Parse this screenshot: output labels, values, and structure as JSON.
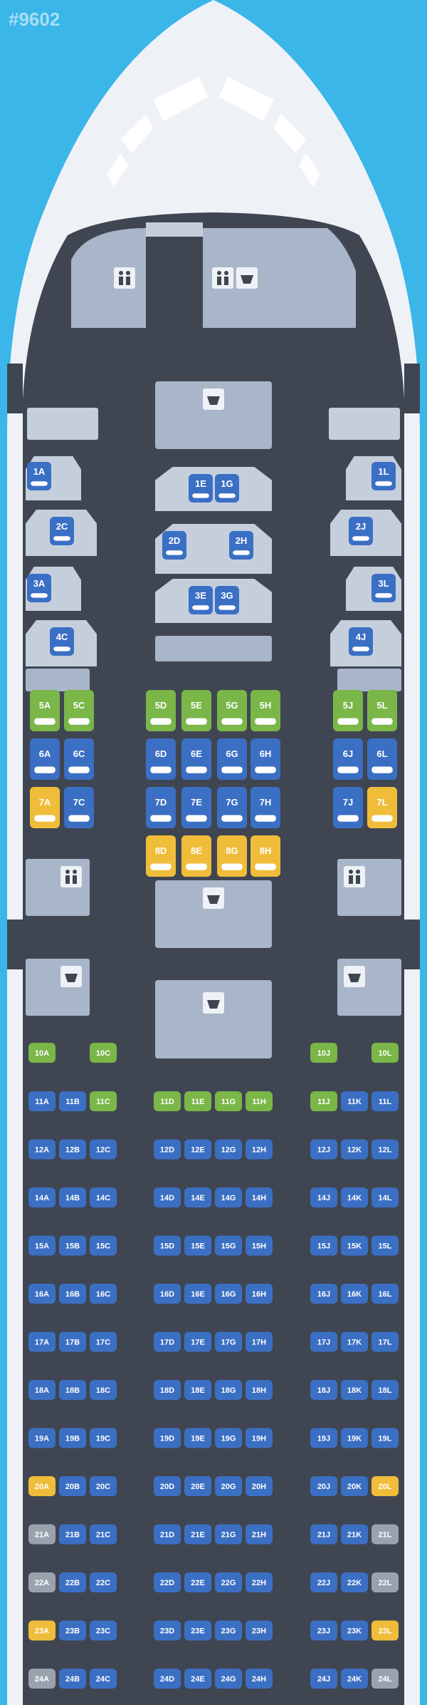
{
  "watermark_id": "#9602",
  "colors": {
    "sky": "#3bb6e8",
    "fuselage": "#eef2f7",
    "floor": "#3f4652",
    "module": "#a9b5c8",
    "module_light": "#c5cfdc",
    "blue": "#3b6fc4",
    "green": "#7ab648",
    "yellow": "#f0bd3a",
    "gray": "#9aa3ad"
  },
  "icons": {
    "lavatory": "lavatory-icon",
    "galley": "galley-icon"
  },
  "business_seats": [
    {
      "label": "1A",
      "color": "blue"
    },
    {
      "label": "1E",
      "color": "blue"
    },
    {
      "label": "1G",
      "color": "blue"
    },
    {
      "label": "1L",
      "color": "blue"
    },
    {
      "label": "2C",
      "color": "blue"
    },
    {
      "label": "2D",
      "color": "blue"
    },
    {
      "label": "2H",
      "color": "blue"
    },
    {
      "label": "2J",
      "color": "blue"
    },
    {
      "label": "3A",
      "color": "blue"
    },
    {
      "label": "3E",
      "color": "blue"
    },
    {
      "label": "3G",
      "color": "blue"
    },
    {
      "label": "3L",
      "color": "blue"
    },
    {
      "label": "4C",
      "color": "blue"
    },
    {
      "label": "4J",
      "color": "blue"
    }
  ],
  "premium_seats": [
    {
      "label": "5A",
      "color": "green"
    },
    {
      "label": "5C",
      "color": "green"
    },
    {
      "label": "5D",
      "color": "green"
    },
    {
      "label": "5E",
      "color": "green"
    },
    {
      "label": "5G",
      "color": "green"
    },
    {
      "label": "5H",
      "color": "green"
    },
    {
      "label": "5J",
      "color": "green"
    },
    {
      "label": "5L",
      "color": "green"
    },
    {
      "label": "6A",
      "color": "blue"
    },
    {
      "label": "6C",
      "color": "blue"
    },
    {
      "label": "6D",
      "color": "blue"
    },
    {
      "label": "6E",
      "color": "blue"
    },
    {
      "label": "6G",
      "color": "blue"
    },
    {
      "label": "6H",
      "color": "blue"
    },
    {
      "label": "6J",
      "color": "blue"
    },
    {
      "label": "6L",
      "color": "blue"
    },
    {
      "label": "7A",
      "color": "yellow"
    },
    {
      "label": "7C",
      "color": "blue"
    },
    {
      "label": "7D",
      "color": "blue"
    },
    {
      "label": "7E",
      "color": "blue"
    },
    {
      "label": "7G",
      "color": "blue"
    },
    {
      "label": "7H",
      "color": "blue"
    },
    {
      "label": "7J",
      "color": "blue"
    },
    {
      "label": "7L",
      "color": "yellow"
    },
    {
      "label": "8D",
      "color": "yellow"
    },
    {
      "label": "8E",
      "color": "yellow"
    },
    {
      "label": "8G",
      "color": "yellow"
    },
    {
      "label": "8H",
      "color": "yellow"
    }
  ],
  "economy_rows": [
    {
      "row": "10",
      "seats": [
        {
          "label": "10A",
          "color": "green"
        },
        {
          "label": "10C",
          "color": "green"
        },
        {
          "label": "10J",
          "color": "green"
        },
        {
          "label": "10L",
          "color": "green"
        }
      ]
    },
    {
      "row": "11",
      "seats": [
        {
          "label": "11A",
          "color": "blue"
        },
        {
          "label": "11B",
          "color": "blue"
        },
        {
          "label": "11C",
          "color": "green"
        },
        {
          "label": "11D",
          "color": "green"
        },
        {
          "label": "11E",
          "color": "green"
        },
        {
          "label": "11G",
          "color": "green"
        },
        {
          "label": "11H",
          "color": "green"
        },
        {
          "label": "11J",
          "color": "green"
        },
        {
          "label": "11K",
          "color": "blue"
        },
        {
          "label": "11L",
          "color": "blue"
        }
      ]
    },
    {
      "row": "12",
      "seats": [
        {
          "label": "12A",
          "color": "blue"
        },
        {
          "label": "12B",
          "color": "blue"
        },
        {
          "label": "12C",
          "color": "blue"
        },
        {
          "label": "12D",
          "color": "blue"
        },
        {
          "label": "12E",
          "color": "blue"
        },
        {
          "label": "12G",
          "color": "blue"
        },
        {
          "label": "12H",
          "color": "blue"
        },
        {
          "label": "12J",
          "color": "blue"
        },
        {
          "label": "12K",
          "color": "blue"
        },
        {
          "label": "12L",
          "color": "blue"
        }
      ]
    },
    {
      "row": "14",
      "seats": [
        {
          "label": "14A",
          "color": "blue"
        },
        {
          "label": "14B",
          "color": "blue"
        },
        {
          "label": "14C",
          "color": "blue"
        },
        {
          "label": "14D",
          "color": "blue"
        },
        {
          "label": "14E",
          "color": "blue"
        },
        {
          "label": "14G",
          "color": "blue"
        },
        {
          "label": "14H",
          "color": "blue"
        },
        {
          "label": "14J",
          "color": "blue"
        },
        {
          "label": "14K",
          "color": "blue"
        },
        {
          "label": "14L",
          "color": "blue"
        }
      ]
    },
    {
      "row": "15",
      "seats": [
        {
          "label": "15A",
          "color": "blue"
        },
        {
          "label": "15B",
          "color": "blue"
        },
        {
          "label": "15C",
          "color": "blue"
        },
        {
          "label": "15D",
          "color": "blue"
        },
        {
          "label": "15E",
          "color": "blue"
        },
        {
          "label": "15G",
          "color": "blue"
        },
        {
          "label": "15H",
          "color": "blue"
        },
        {
          "label": "15J",
          "color": "blue"
        },
        {
          "label": "15K",
          "color": "blue"
        },
        {
          "label": "15L",
          "color": "blue"
        }
      ]
    },
    {
      "row": "16",
      "seats": [
        {
          "label": "16A",
          "color": "blue"
        },
        {
          "label": "16B",
          "color": "blue"
        },
        {
          "label": "16C",
          "color": "blue"
        },
        {
          "label": "16D",
          "color": "blue"
        },
        {
          "label": "16E",
          "color": "blue"
        },
        {
          "label": "16G",
          "color": "blue"
        },
        {
          "label": "16H",
          "color": "blue"
        },
        {
          "label": "16J",
          "color": "blue"
        },
        {
          "label": "16K",
          "color": "blue"
        },
        {
          "label": "16L",
          "color": "blue"
        }
      ]
    },
    {
      "row": "17",
      "seats": [
        {
          "label": "17A",
          "color": "blue"
        },
        {
          "label": "17B",
          "color": "blue"
        },
        {
          "label": "17C",
          "color": "blue"
        },
        {
          "label": "17D",
          "color": "blue"
        },
        {
          "label": "17E",
          "color": "blue"
        },
        {
          "label": "17G",
          "color": "blue"
        },
        {
          "label": "17H",
          "color": "blue"
        },
        {
          "label": "17J",
          "color": "blue"
        },
        {
          "label": "17K",
          "color": "blue"
        },
        {
          "label": "17L",
          "color": "blue"
        }
      ]
    },
    {
      "row": "18",
      "seats": [
        {
          "label": "18A",
          "color": "blue"
        },
        {
          "label": "18B",
          "color": "blue"
        },
        {
          "label": "18C",
          "color": "blue"
        },
        {
          "label": "18D",
          "color": "blue"
        },
        {
          "label": "18E",
          "color": "blue"
        },
        {
          "label": "18G",
          "color": "blue"
        },
        {
          "label": "18H",
          "color": "blue"
        },
        {
          "label": "18J",
          "color": "blue"
        },
        {
          "label": "18K",
          "color": "blue"
        },
        {
          "label": "18L",
          "color": "blue"
        }
      ]
    },
    {
      "row": "19",
      "seats": [
        {
          "label": "19A",
          "color": "blue"
        },
        {
          "label": "19B",
          "color": "blue"
        },
        {
          "label": "19C",
          "color": "blue"
        },
        {
          "label": "19D",
          "color": "blue"
        },
        {
          "label": "19E",
          "color": "blue"
        },
        {
          "label": "19G",
          "color": "blue"
        },
        {
          "label": "19H",
          "color": "blue"
        },
        {
          "label": "19J",
          "color": "blue"
        },
        {
          "label": "19K",
          "color": "blue"
        },
        {
          "label": "19L",
          "color": "blue"
        }
      ]
    },
    {
      "row": "20",
      "seats": [
        {
          "label": "20A",
          "color": "yellow"
        },
        {
          "label": "20B",
          "color": "blue"
        },
        {
          "label": "20C",
          "color": "blue"
        },
        {
          "label": "20D",
          "color": "blue"
        },
        {
          "label": "20E",
          "color": "blue"
        },
        {
          "label": "20G",
          "color": "blue"
        },
        {
          "label": "20H",
          "color": "blue"
        },
        {
          "label": "20J",
          "color": "blue"
        },
        {
          "label": "20K",
          "color": "blue"
        },
        {
          "label": "20L",
          "color": "yellow"
        }
      ]
    },
    {
      "row": "21",
      "seats": [
        {
          "label": "21A",
          "color": "gray"
        },
        {
          "label": "21B",
          "color": "blue"
        },
        {
          "label": "21C",
          "color": "blue"
        },
        {
          "label": "21D",
          "color": "blue"
        },
        {
          "label": "21E",
          "color": "blue"
        },
        {
          "label": "21G",
          "color": "blue"
        },
        {
          "label": "21H",
          "color": "blue"
        },
        {
          "label": "21J",
          "color": "blue"
        },
        {
          "label": "21K",
          "color": "blue"
        },
        {
          "label": "21L",
          "color": "gray"
        }
      ]
    },
    {
      "row": "22",
      "seats": [
        {
          "label": "22A",
          "color": "gray"
        },
        {
          "label": "22B",
          "color": "blue"
        },
        {
          "label": "22C",
          "color": "blue"
        },
        {
          "label": "22D",
          "color": "blue"
        },
        {
          "label": "22E",
          "color": "blue"
        },
        {
          "label": "22G",
          "color": "blue"
        },
        {
          "label": "22H",
          "color": "blue"
        },
        {
          "label": "22J",
          "color": "blue"
        },
        {
          "label": "22K",
          "color": "blue"
        },
        {
          "label": "22L",
          "color": "gray"
        }
      ]
    },
    {
      "row": "23",
      "seats": [
        {
          "label": "23A",
          "color": "yellow"
        },
        {
          "label": "23B",
          "color": "blue"
        },
        {
          "label": "23C",
          "color": "blue"
        },
        {
          "label": "23D",
          "color": "blue"
        },
        {
          "label": "23E",
          "color": "blue"
        },
        {
          "label": "23G",
          "color": "blue"
        },
        {
          "label": "23H",
          "color": "blue"
        },
        {
          "label": "23J",
          "color": "blue"
        },
        {
          "label": "23K",
          "color": "blue"
        },
        {
          "label": "23L",
          "color": "yellow"
        }
      ]
    },
    {
      "row": "24",
      "seats": [
        {
          "label": "24A",
          "color": "gray"
        },
        {
          "label": "24B",
          "color": "blue"
        },
        {
          "label": "24C",
          "color": "blue"
        },
        {
          "label": "24D",
          "color": "blue"
        },
        {
          "label": "24E",
          "color": "blue"
        },
        {
          "label": "24G",
          "color": "blue"
        },
        {
          "label": "24H",
          "color": "blue"
        },
        {
          "label": "24J",
          "color": "blue"
        },
        {
          "label": "24K",
          "color": "blue"
        },
        {
          "label": "24L",
          "color": "gray"
        }
      ]
    }
  ]
}
